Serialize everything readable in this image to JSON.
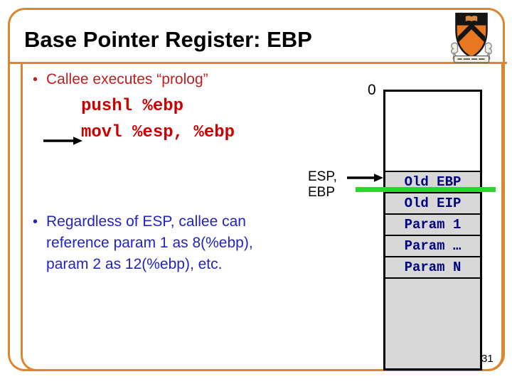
{
  "slide": {
    "title": "Base Pointer Register: EBP",
    "page_number": "31",
    "bullet_marker": "•",
    "bullet1": {
      "text": "Callee executes “prolog”",
      "code_lines": [
        "pushl %ebp",
        "movl %esp, %ebp"
      ]
    },
    "bullet2": {
      "lines": [
        "Regardless of ESP, callee can",
        "reference param 1 as 8(%ebp),",
        "param 2 as 12(%ebp), etc."
      ]
    },
    "stack_diagram": {
      "top_label": "0",
      "pointer_label_lines": [
        "ESP,",
        "EBP"
      ],
      "cells": [
        "Old EBP",
        "Old EIP",
        "Param 1",
        "Param …",
        "Param N"
      ]
    },
    "icons": {
      "logo": "princeton-shield-logo",
      "arrows": "black-right-arrow",
      "highlight": "green-highlight-line"
    },
    "colors": {
      "accent_orange": "#dd862f",
      "bullet_red": "#c01f1f",
      "code_red": "#cc0000",
      "body_blue": "#2323c1",
      "stack_text_navy": "#000080",
      "stack_cell_gray": "#d8d8d8",
      "highlight_green": "#2ed32e"
    }
  }
}
